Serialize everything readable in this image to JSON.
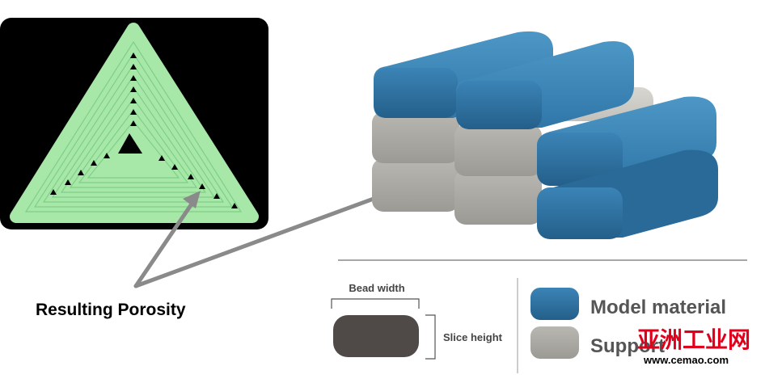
{
  "caption": {
    "porosity": "Resulting Porosity"
  },
  "legend": {
    "bead_width": "Bead width",
    "slice_height": "Slice height",
    "model_material": "Model material",
    "support": "Support"
  },
  "watermark": {
    "brand": "亚洲工业网",
    "url": "www.cemao.com"
  },
  "colors": {
    "model": "#2f73a3",
    "support": "#a7a59f",
    "bead": "#4f4a48",
    "green": "#a7e8a9",
    "background_panel": "#000000",
    "arrow": "#8a8a8a",
    "watermark": "#e0001b"
  }
}
